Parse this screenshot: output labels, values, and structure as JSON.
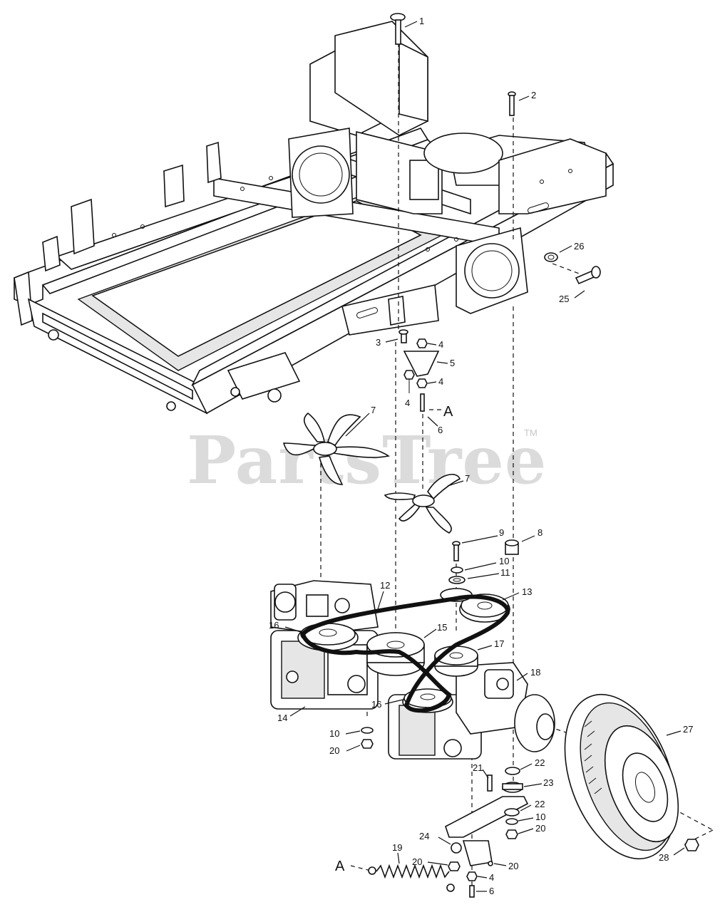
{
  "watermark": {
    "text": "PartsTree",
    "tm": "TM"
  },
  "letters": {
    "a_top": "A",
    "a_bottom": "A"
  },
  "callouts": {
    "c1": "1",
    "c2": "2",
    "c3": "3",
    "c4a": "4",
    "c4b": "4",
    "c4c": "4",
    "c4d": "4",
    "c5": "5",
    "c6a": "6",
    "c6b": "6",
    "c7a": "7",
    "c7b": "7",
    "c8": "8",
    "c9": "9",
    "c10a": "10",
    "c10b": "10",
    "c10c": "10",
    "c11": "11",
    "c12": "12",
    "c13": "13",
    "c14": "14",
    "c15": "15",
    "c16a": "16",
    "c16b": "16",
    "c17": "17",
    "c18": "18",
    "c19": "19",
    "c20a": "20",
    "c20b": "20",
    "c20c": "20",
    "c20d": "20",
    "c21": "21",
    "c22a": "22",
    "c22b": "22",
    "c23": "23",
    "c24": "24",
    "c25": "25",
    "c26": "26",
    "c27": "27",
    "c28": "28"
  }
}
